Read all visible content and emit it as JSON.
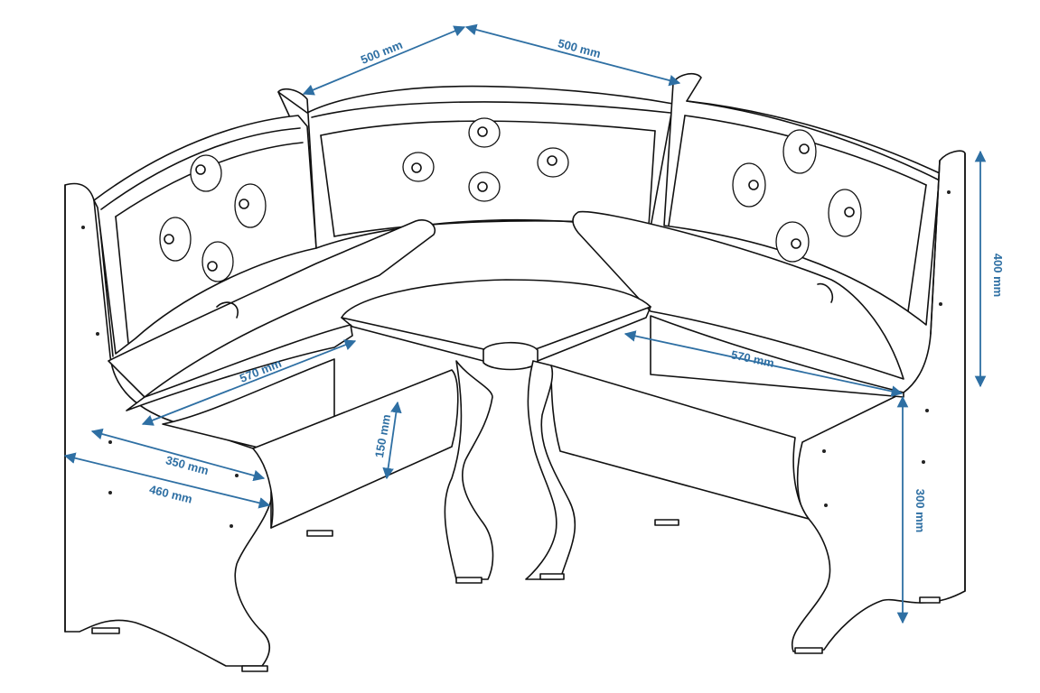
{
  "colors": {
    "dimension": "#2e6fa3",
    "outline": "#111111",
    "background": "#ffffff"
  },
  "dimensions": {
    "back_left_width": "500 mm",
    "back_right_width": "500 mm",
    "overall_height": "400 mm",
    "left_seat_length": "570 mm",
    "right_seat_length": "570 mm",
    "seat_depth": "350 mm",
    "side_depth": "460 mm",
    "drawer_height": "150 mm",
    "seat_height": "300 mm"
  }
}
